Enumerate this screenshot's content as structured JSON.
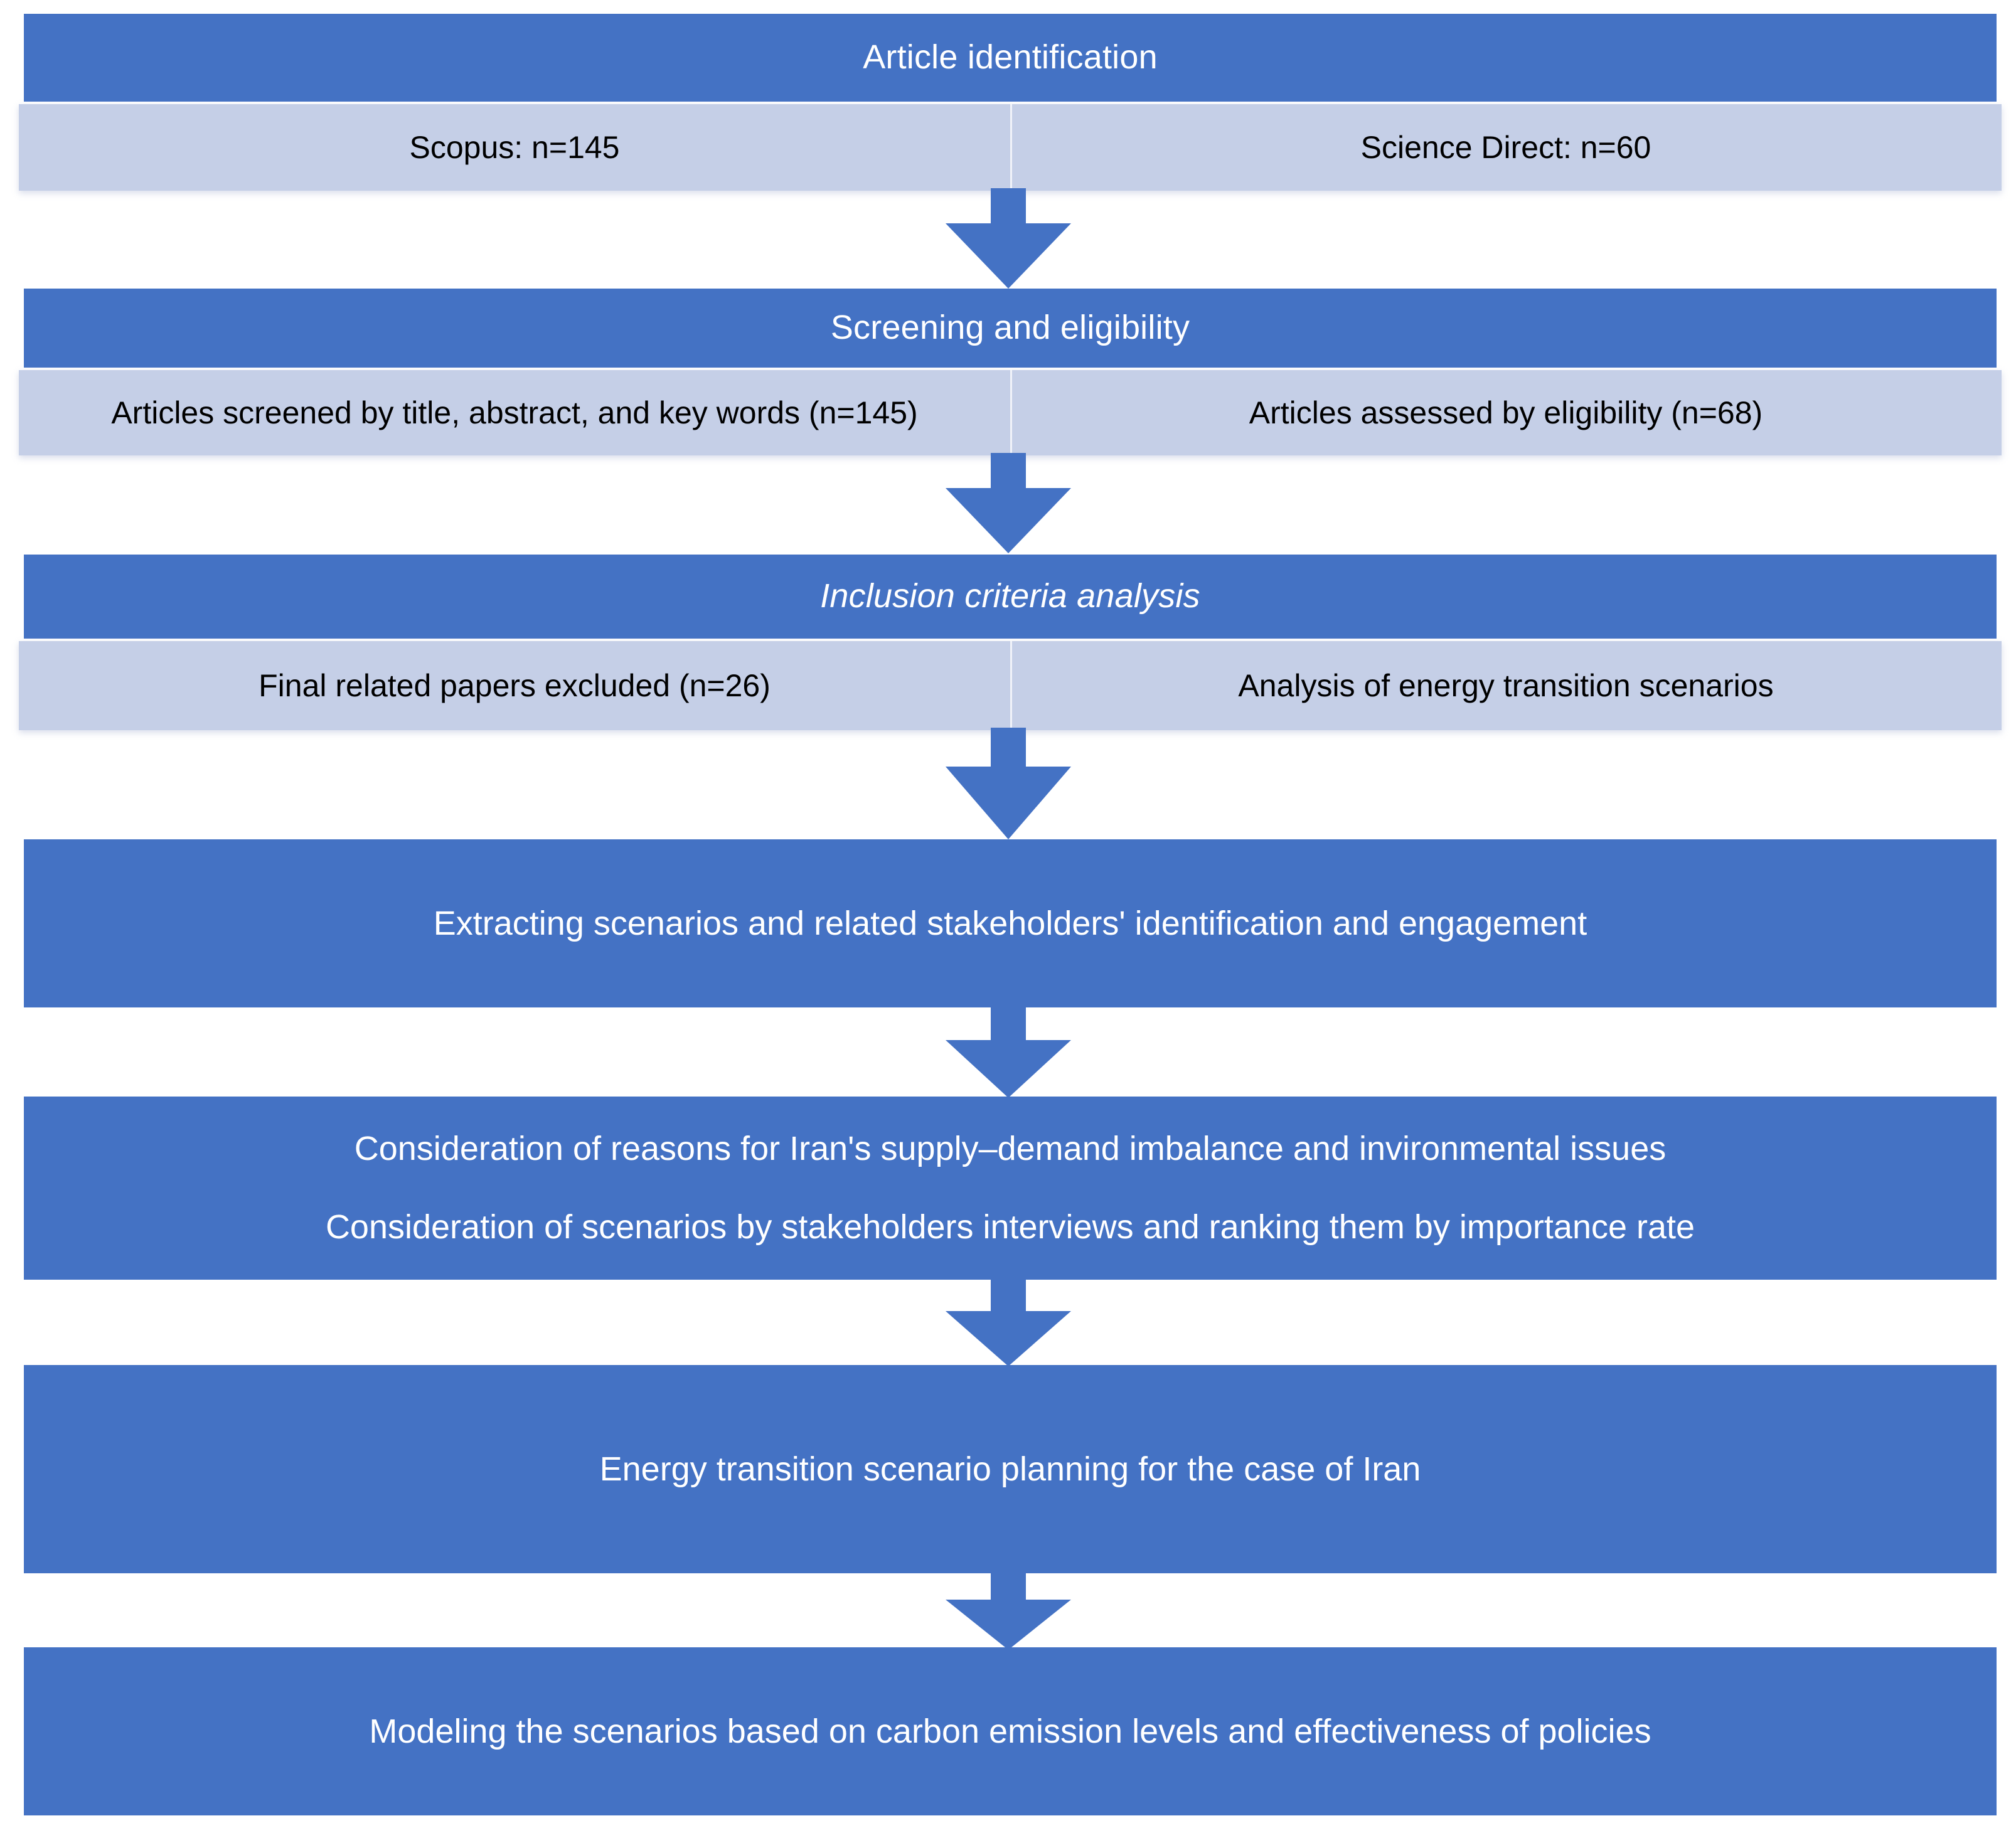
{
  "diagram": {
    "title": "Article selection and energy transition scenario planning flowchart",
    "colors": {
      "primary_blue": "#4472C4",
      "light_blue": "#C5CFE7",
      "text_on_blue": "#FFFFFF",
      "text_on_light": "#000000"
    },
    "stages": [
      {
        "id": "identification",
        "header": "Article identification",
        "header_italic": false,
        "sub_left": "Scopus: n=145",
        "sub_right": "Science Direct: n=60"
      },
      {
        "id": "screening",
        "header": "Screening and eligibility",
        "header_italic": false,
        "sub_left": "Articles screened by title, abstract, and key words (n=145)",
        "sub_right": "Articles assessed by eligibility (n=68)"
      },
      {
        "id": "inclusion",
        "header": "Inclusion criteria analysis",
        "header_italic": true,
        "sub_left": "Final related papers excluded (n=26)",
        "sub_right": "Analysis of energy transition scenarios"
      }
    ],
    "blocks": [
      {
        "id": "extracting",
        "lines": [
          "Extracting scenarios and related stakeholders' identification and engagement"
        ]
      },
      {
        "id": "consideration",
        "lines": [
          "Consideration of reasons for Iran's supply–demand imbalance and invironmental issues",
          "Consideration of scenarios by stakeholders interviews and ranking them by importance rate"
        ]
      },
      {
        "id": "planning",
        "lines": [
          "Energy transition scenario planning for the case of Iran"
        ]
      },
      {
        "id": "modeling",
        "lines": [
          "Modeling the scenarios based on carbon emission levels and effectiveness of policies"
        ]
      }
    ],
    "arrows": [
      {
        "id": "arrow-1",
        "from": "identification",
        "to": "screening",
        "direction": "down"
      },
      {
        "id": "arrow-2",
        "from": "screening",
        "to": "inclusion",
        "direction": "down"
      },
      {
        "id": "arrow-3",
        "from": "inclusion",
        "to": "extracting",
        "direction": "down"
      },
      {
        "id": "arrow-4",
        "from": "extracting",
        "to": "consideration",
        "direction": "down"
      },
      {
        "id": "arrow-5",
        "from": "consideration",
        "to": "planning",
        "direction": "down"
      },
      {
        "id": "arrow-6",
        "from": "planning",
        "to": "modeling",
        "direction": "down"
      }
    ]
  }
}
